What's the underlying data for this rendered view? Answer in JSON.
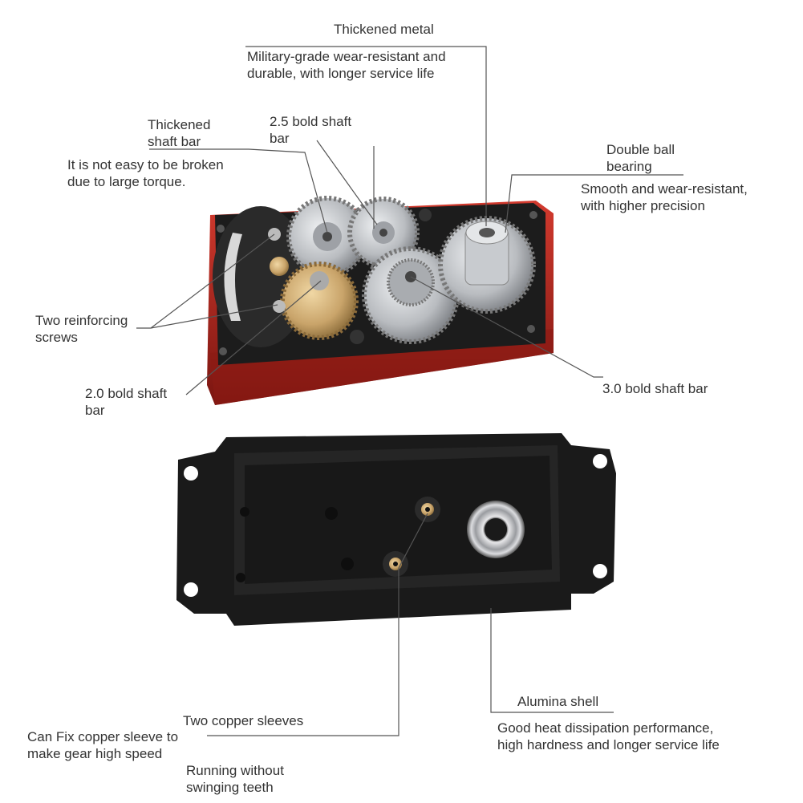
{
  "labels": {
    "thickened_metal": "Thickened metal",
    "thickened_metal_desc": "Military-grade wear-resistant and\ndurable, with longer service life",
    "thickened_shaft_bar": "Thickened\nshaft bar",
    "shaft_25": "2.5 bold shaft\nbar",
    "not_easy_broken": "It is not easy to be broken\ndue to large torque.",
    "double_ball_bearing": "Double ball\nbearing",
    "bearing_desc": "Smooth and wear-resistant,\nwith higher precision",
    "two_screws": "Two reinforcing\nscrews",
    "shaft_20": "2.0 bold shaft\nbar",
    "shaft_30": "3.0 bold shaft bar",
    "two_copper_sleeves": "Two copper sleeves",
    "copper_desc": "Can Fix copper sleeve to\nmake gear high speed",
    "running": "Running without\nswinging teeth",
    "alumina_shell": "Alumina shell",
    "alumina_desc": "Good heat dissipation performance,\nhigh hardness and longer service life"
  },
  "colors": {
    "case_red": "#b3261e",
    "case_black": "#1c1c1c",
    "gear_silver": "#b9bcc0",
    "gear_brass": "#c9a46a",
    "leader_line": "#555555"
  }
}
